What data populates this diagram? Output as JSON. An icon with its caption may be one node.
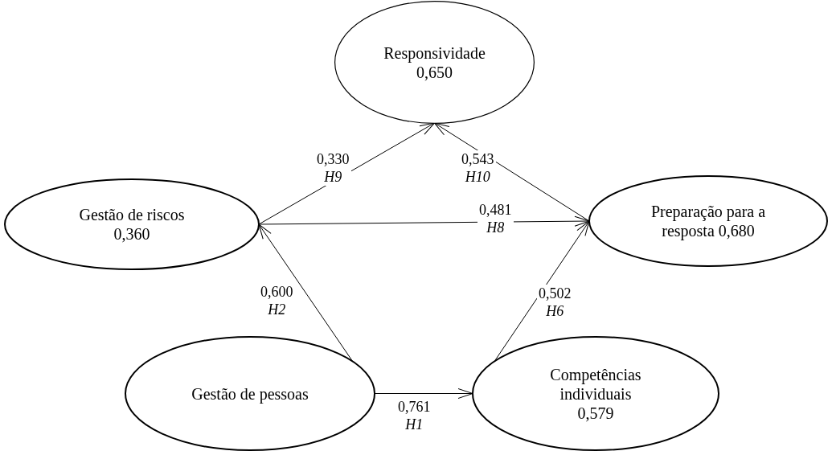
{
  "diagram": {
    "nodes": [
      {
        "text": [
          "Responsividade 0,650"
        ]
      },
      {
        "text": [
          "Gestão de riscos 0,360"
        ]
      },
      {
        "text": [
          "Preparação para a resposta 0,680"
        ]
      },
      {
        "text": [
          "Gestão de pessoas"
        ]
      },
      {
        "text": [
          "Competências individuais 0,579"
        ]
      }
    ],
    "edges": [
      {
        "from": 1,
        "to": 0,
        "arrow": "to",
        "label": "0,330 *H9*"
      },
      {
        "from": 2,
        "to": 0,
        "arrow": "to",
        "label": "0,543 *H10*"
      },
      {
        "from": 1,
        "to": 2,
        "arrow": "to",
        "label": "0,481 *H8*"
      },
      {
        "from": 3,
        "to": 1,
        "arrow": "to",
        "label": "0,600 *H2*"
      },
      {
        "from": 3,
        "to": 4,
        "arrow": "to",
        "label": "0,761 *H1*"
      },
      {
        "from": 4,
        "to": 2,
        "arrow": "to",
        "label": "0,502 *H6*"
      }
    ]
  }
}
